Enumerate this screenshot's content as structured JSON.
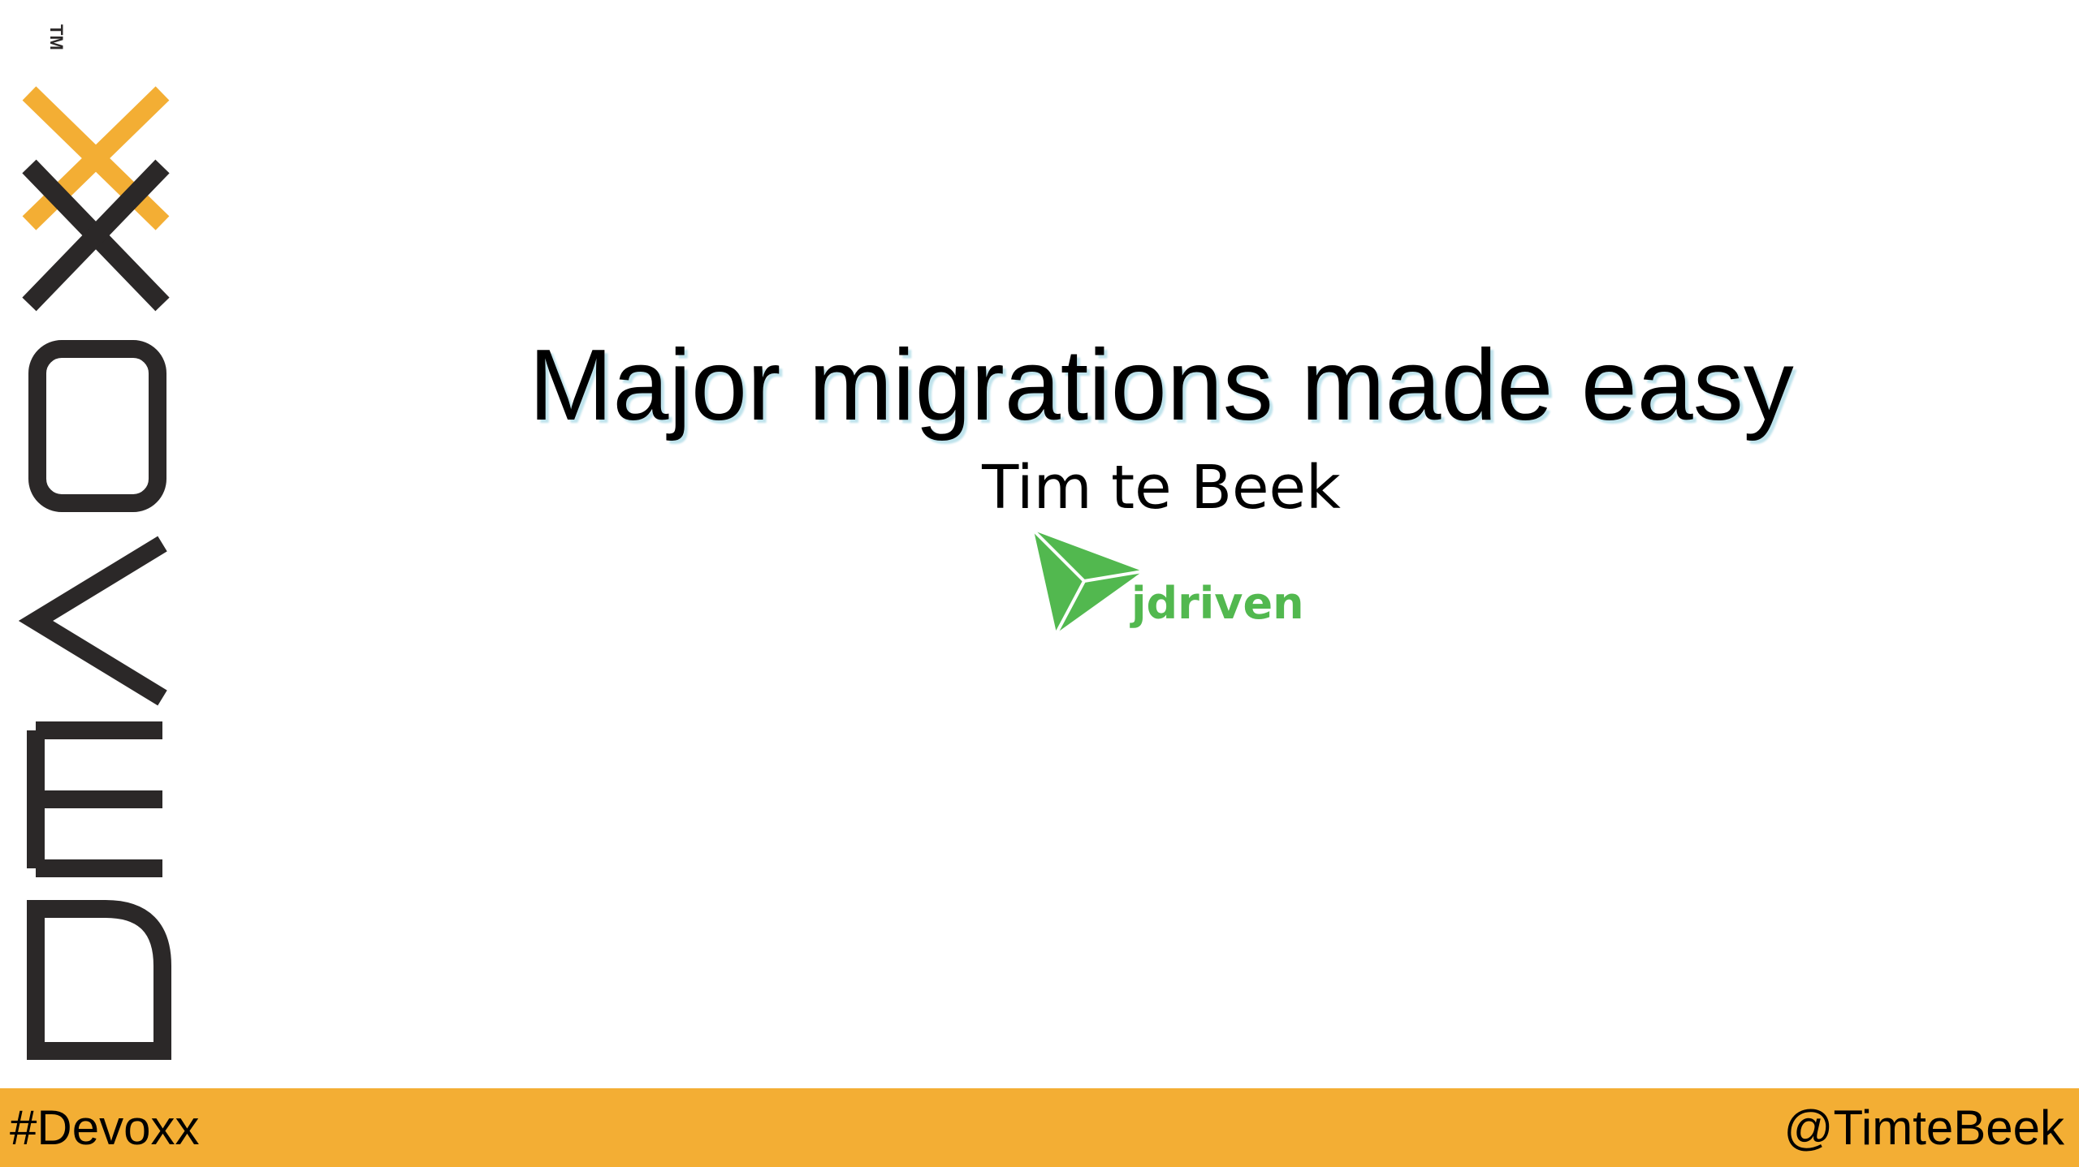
{
  "slide": {
    "title": "Major migrations made easy",
    "speaker": "Tim te Beek"
  },
  "logos": {
    "devoxx": {
      "text": "DEVOXX",
      "trademark": "TM",
      "icon": "devoxx-logo",
      "colors": {
        "dark": "#2b2828",
        "accent": "#f3ae34"
      }
    },
    "jdriven": {
      "text": "jdriven",
      "icon": "jdriven-arrow-logo",
      "color": "#52b84f"
    }
  },
  "footer": {
    "hashtag": "#Devoxx",
    "handle": "@TimteBeek",
    "color": "#f3ae34"
  }
}
